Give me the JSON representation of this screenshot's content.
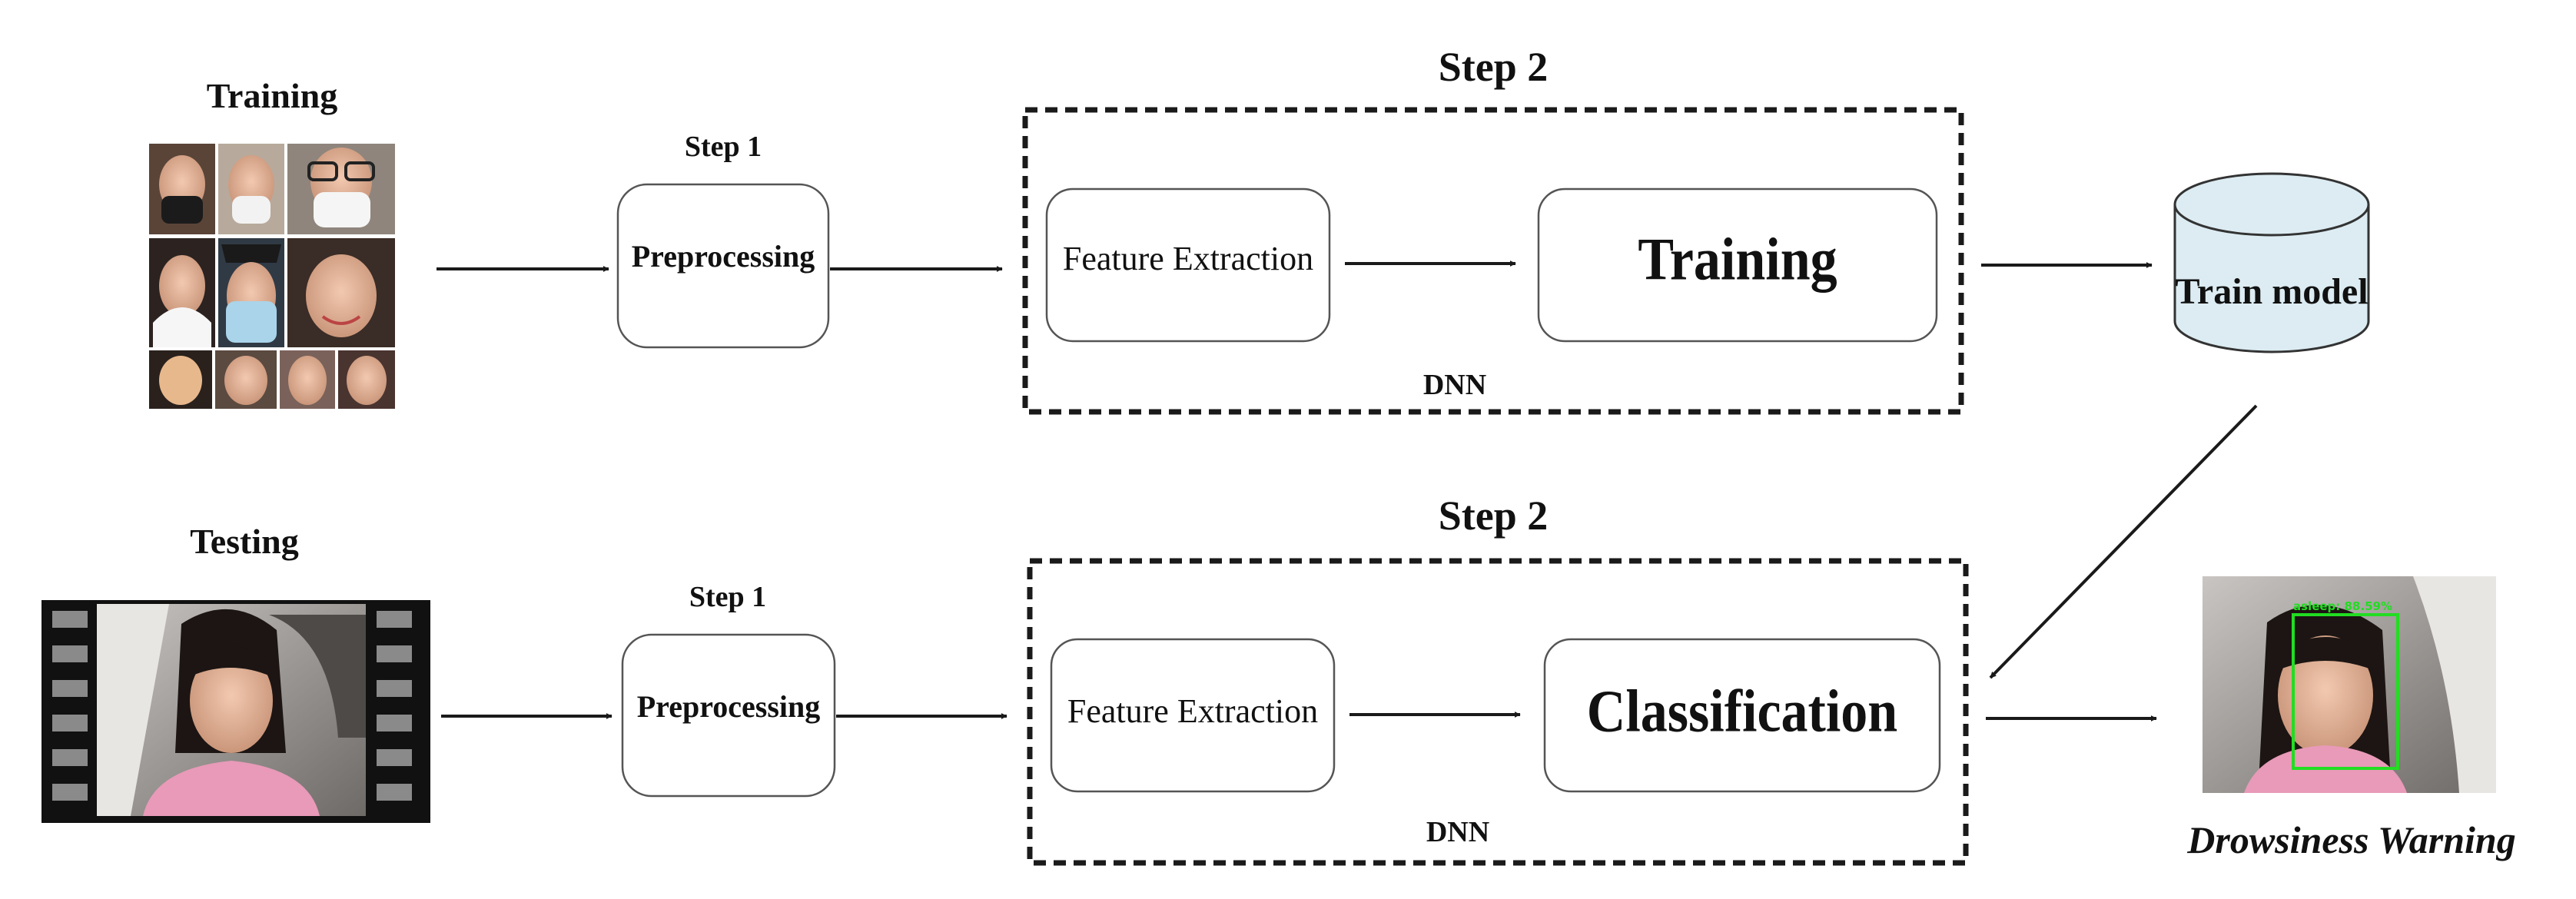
{
  "diagram": {
    "training_row": {
      "input_label": "Training",
      "step1_label": "Step 1",
      "preprocessing_label": "Preprocessing",
      "step2_label": "Step 2",
      "feature_extraction_label": "Feature Extraction",
      "stage_label": "Training",
      "dnn_label": "DNN",
      "model_store_label": "Train model"
    },
    "testing_row": {
      "input_label": "Testing",
      "step1_label": "Step 1",
      "preprocessing_label": "Preprocessing",
      "step2_label": "Step 2",
      "feature_extraction_label": "Feature Extraction",
      "stage_label": "Classification",
      "dnn_label": "DNN",
      "output_label": "Drowsiness Warning",
      "detection_overlay_text": "asleep: 88.59%"
    },
    "colors": {
      "line": "#1a1a1a",
      "database_fill": "#dcecf2",
      "detection_box": "#22dd22",
      "filmstrip": "#111111",
      "filmstrip_hole": "#8a8a8a"
    }
  }
}
